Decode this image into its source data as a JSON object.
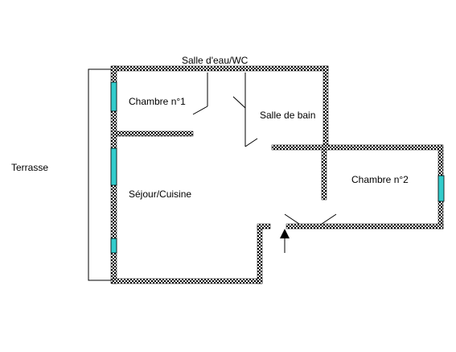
{
  "labels": {
    "terrasse": "Terrasse",
    "salle_eau": "Salle d'eau/WC",
    "chambre1": "Chambre n°1",
    "salle_bain": "Salle de bain",
    "sejour": "Séjour/Cuisine",
    "chambre2": "Chambre n°2"
  },
  "colors": {
    "wall_pattern": "#000000",
    "window": "#33cccc",
    "line": "#000000"
  }
}
